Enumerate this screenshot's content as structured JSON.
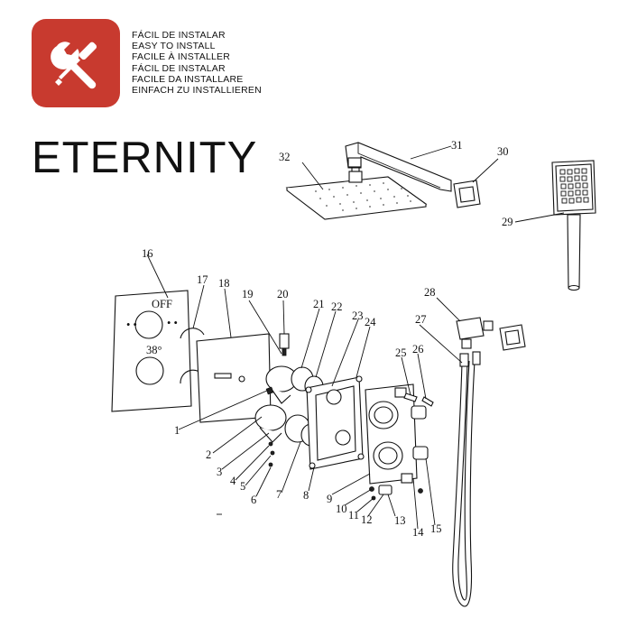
{
  "badge": {
    "icon": "tools-icon",
    "color": "#c83a2f"
  },
  "install_text": [
    "FÁCIL DE INSTALAR",
    "EASY TO INSTALL",
    "FACILE À INSTALLER",
    "FÁCIL DE INSTALAR",
    "FACILE DA INSTALLARE",
    "EINFACH ZU INSTALLIEREN"
  ],
  "product_name": "ETERNITY",
  "part_labels": [
    "1",
    "2",
    "3",
    "4",
    "5",
    "6",
    "7",
    "8",
    "9",
    "10",
    "11",
    "12",
    "13",
    "14",
    "15",
    "16",
    "17",
    "18",
    "19",
    "20",
    "21",
    "22",
    "23",
    "24",
    "25",
    "26",
    "27",
    "28",
    "29",
    "30",
    "31",
    "32"
  ],
  "panel_text": {
    "off": "OFF",
    "hot": "• •",
    "cold": "• •",
    "temp": "38°"
  }
}
